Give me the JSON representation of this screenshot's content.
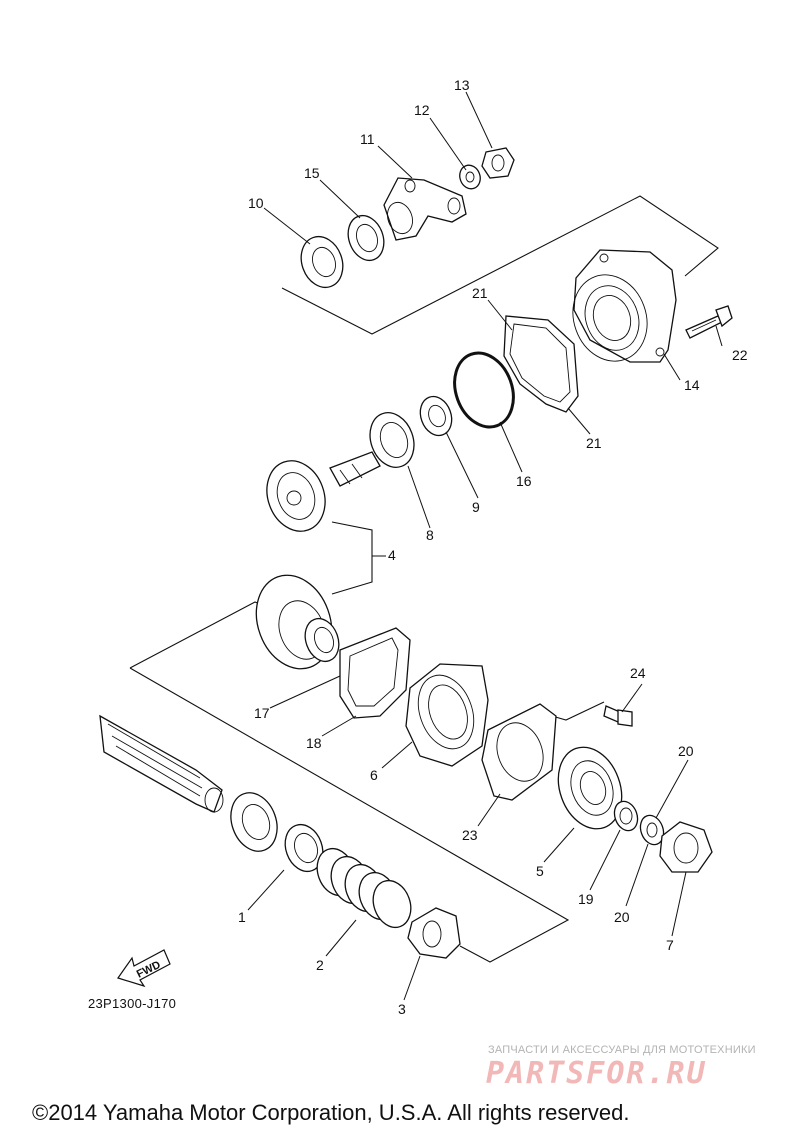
{
  "diagram": {
    "drawing_code": "23P1300-J170",
    "fwd_badge": "FWD",
    "callouts": [
      "1",
      "2",
      "3",
      "4",
      "5",
      "6",
      "7",
      "8",
      "9",
      "10",
      "11",
      "12",
      "13",
      "14",
      "15",
      "16",
      "17",
      "18",
      "19",
      "20",
      "20",
      "21",
      "21",
      "22",
      "23",
      "24"
    ]
  },
  "watermark": {
    "tagline": "ЗАПЧАСТИ И АКСЕССУАРЫ ДЛЯ МОТОТЕХНИКИ",
    "logo_text": "PARTSFOR.RU"
  },
  "footer": {
    "copyright": "©2014 Yamaha Motor Corporation, U.S.A. All rights reserved."
  }
}
